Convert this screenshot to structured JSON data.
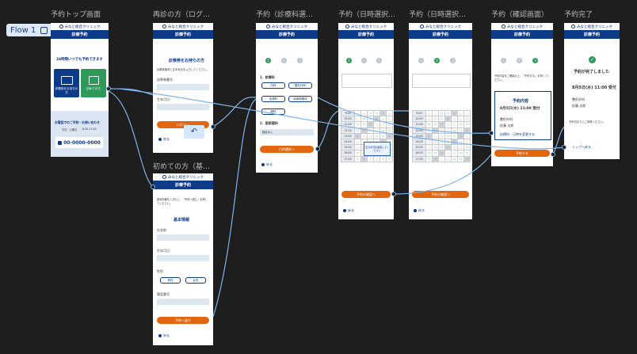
{
  "flow": {
    "label": "Flow 1",
    "icon": "flow-icon"
  },
  "clinic_name": "みなと総合クリニック",
  "frames": {
    "top": {
      "title": "予約トップ画面",
      "bar": "診療予約",
      "headline": "24時間いつでも予約できます",
      "card_left": "診察券をお持ちの方",
      "card_right": "初めての方",
      "contact_title": "お電話でのご予約・お問い合わせ",
      "hours1": "平日・土曜日",
      "hours2": "8:30-17:00",
      "phone": "00-0000-0000"
    },
    "revisit": {
      "title": "再診の方（ログ…",
      "bar": "診療予約",
      "heading": "診察券をお持ちの方",
      "desc": "診察券番号と生年月日を入力してください。",
      "label_id": "診察券番号",
      "label_dob": "生年月日",
      "button": "ログイン",
      "back": "戻る"
    },
    "first": {
      "title": "初めての方（基…",
      "bar": "診療予約",
      "desc": "基本情報を入力の上、「予約へ進む」を押してください。",
      "section": "基本情報",
      "label_name": "お名前",
      "label_dob": "生年月日",
      "label_sex": "性別",
      "male": "男性",
      "female": "女性",
      "label_tel": "電話番号",
      "button": "予約へ進む",
      "back": "戻る"
    },
    "dept": {
      "title": "予約（診療科選…",
      "bar": "診療予約",
      "section1": "1．診療科",
      "departments": [
        "内科",
        "整形外科",
        "皮膚科",
        "耳鼻咽喉科",
        "眼科"
      ],
      "section2": "2．医師選択",
      "select_placeholder": "指定なし",
      "button": "日時選択へ",
      "back": "戻る"
    },
    "date1": {
      "title": "予約（日時選択…",
      "bar": "診療予約",
      "button": "予約の確認へ",
      "back": "戻る",
      "tooltip": "空き状況を確認してください"
    },
    "date2": {
      "title": "予約（日時選択…",
      "bar": "診療予約",
      "button": "予約の確認へ",
      "back": "戻る"
    },
    "confirm": {
      "title": "予約（確認画面）",
      "bar": "診療予約",
      "desc": "予約内容をご確認の上、「予約する」を押してください。",
      "box_title": "予約内容",
      "datetime": "8月5日(水)  11:00 受付",
      "dept": "整形外科",
      "doctor": "佐藤 太郎",
      "change": "診療科・日時を変更する",
      "button": "予約する"
    },
    "done": {
      "title": "予約完了",
      "bar": "診療予約",
      "heading": "予約が完了しました",
      "datetime": "8月5日(水)  11:00 受付",
      "dept": "整形外科",
      "doctor": "佐藤 太郎",
      "note": "予約日までにご来院ください。",
      "link": "トップへ戻る"
    }
  },
  "steps": [
    "1",
    "2",
    "3"
  ],
  "time_slots": [
    "9:00",
    "10:00",
    "11:00",
    "12:00",
    "13:00",
    "14:00",
    "15:00",
    "16:00",
    "17:00"
  ],
  "colors": {
    "bg": "#1e1e1e",
    "navy": "#0e3a8a",
    "orange": "#e2660f",
    "green": "#2e9a5b",
    "connector": "#7fb3e8"
  }
}
